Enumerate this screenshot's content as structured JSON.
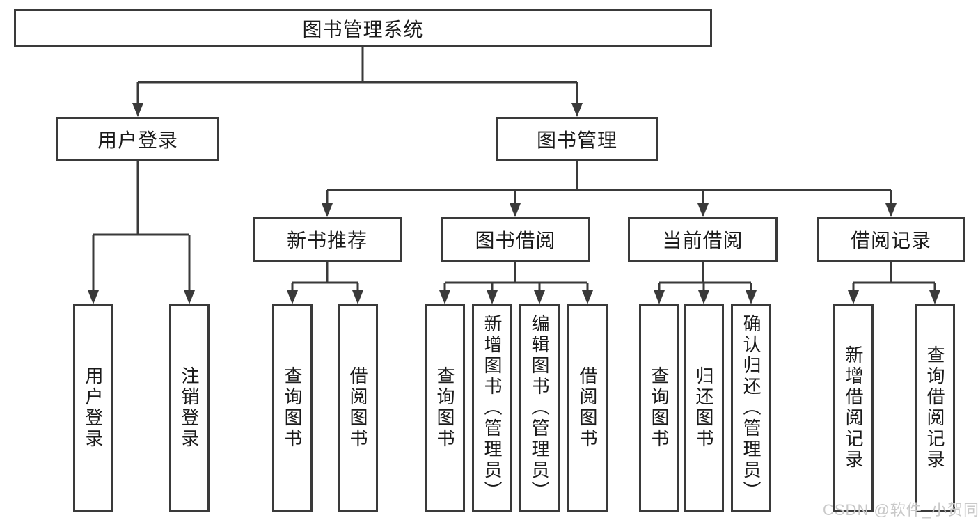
{
  "colors": {
    "line": "#3a3a3a",
    "box_border": "#3a3a3a",
    "text": "#1a1a1a",
    "watermark": "#c9c9c9",
    "background": "#ffffff"
  },
  "watermark": {
    "text": "CSDN @软件_小贺同学"
  },
  "tree": {
    "root": {
      "label": "图书管理系统"
    },
    "branches": [
      {
        "label": "用户登录",
        "children": [
          {
            "label": "用户登录"
          },
          {
            "label": "注销登录"
          }
        ]
      },
      {
        "label": "图书管理",
        "children": [
          {
            "label": "新书推荐",
            "children": [
              {
                "label": "查询图书"
              },
              {
                "label": "借阅图书"
              }
            ]
          },
          {
            "label": "图书借阅",
            "children": [
              {
                "label": "查询图书"
              },
              {
                "label": "新增图书（管理员）"
              },
              {
                "label": "编辑图书（管理员）"
              },
              {
                "label": "借阅图书"
              }
            ]
          },
          {
            "label": "当前借阅",
            "children": [
              {
                "label": "查询图书"
              },
              {
                "label": "归还图书"
              },
              {
                "label": "确认归还（管理员）"
              }
            ]
          },
          {
            "label": "借阅记录",
            "children": [
              {
                "label": "新增借阅记录"
              },
              {
                "label": "查询借阅记录"
              }
            ]
          }
        ]
      }
    ]
  }
}
